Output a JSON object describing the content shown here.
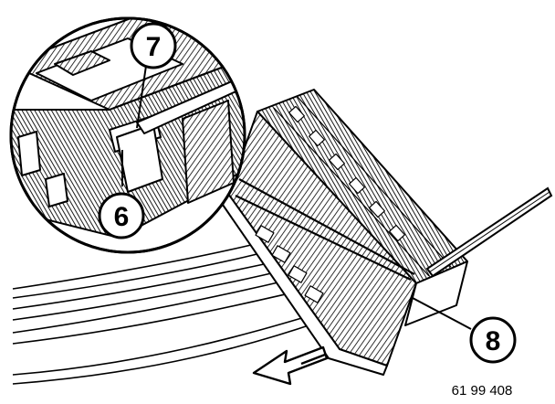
{
  "callouts": {
    "c7": "7",
    "c6": "6",
    "c8": "8"
  },
  "figure_number": "61 99 408",
  "icons": {
    "direction_arrow": "pull-direction-arrow-icon",
    "tool": "release-tool-icon"
  }
}
